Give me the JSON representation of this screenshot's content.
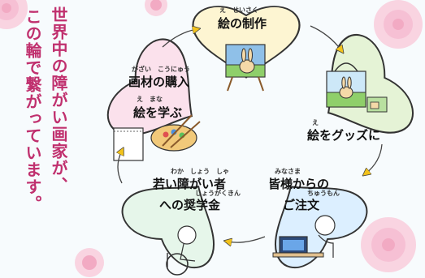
{
  "side_text": [
    "世界中の障がい画家が、",
    "この輪で繋がっています。"
  ],
  "steps": [
    {
      "label": "絵の制作",
      "ruby": "え　せいさく"
    },
    {
      "label": "絵をグッズに",
      "ruby": "え"
    },
    {
      "label_lines": [
        "皆様からの",
        "ご注文"
      ],
      "ruby1": "みなさま",
      "ruby2": "ちゅうもん"
    },
    {
      "label_lines": [
        "若い障がい者",
        "への奨学金"
      ],
      "ruby1": "わか　しょう　しゃ",
      "ruby2": "しょうがくきん"
    },
    {
      "label_lines": [
        "画材の購入",
        "絵を学ぶ"
      ],
      "ruby1": "がざい　こうにゅう",
      "ruby2": "え　まな"
    }
  ],
  "colors": {
    "side_text": "#c0306e",
    "heart_top": "#fdf5d2",
    "heart_right": "#e5f3d6",
    "heart_bottom_right": "#dcefff",
    "heart_bottom_left": "#e6f6ea",
    "heart_left": "#fbe1ec",
    "roses": "#f6c6d6",
    "arrow": "#f2c21b"
  }
}
